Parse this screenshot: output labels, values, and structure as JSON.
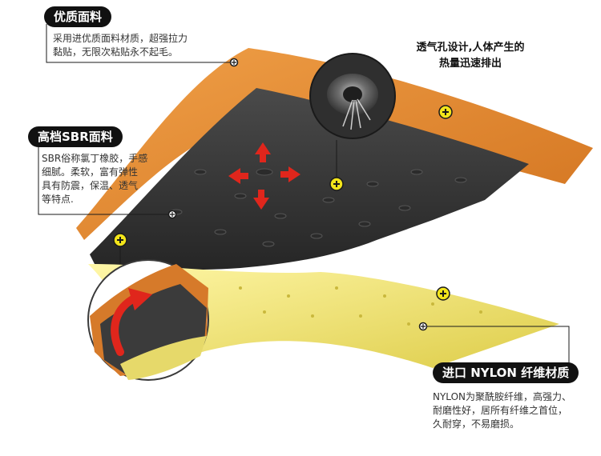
{
  "labels": {
    "top_left": {
      "title": "优质面料",
      "desc": "采用进优质面料材质，超强拉力\n黏贴，无限次粘贴永不起毛。"
    },
    "middle_left": {
      "title": "高档SBR面料",
      "desc": "SBR俗称氯丁橡胶，手感\n细腻。柔软，富有弹性\n具有防震，保温、透气\n等特点."
    },
    "top_right": {
      "text": "透气孔设计,人体产生的\n热量迅速排出"
    },
    "bottom_right": {
      "title": "进口 NYLON 纤维材质",
      "desc": "NYLON为聚酰胺纤维，高强力、\n耐磨性好，居所有纤维之首位，\n久耐穿，不易磨损。"
    }
  },
  "colors": {
    "orange_layer": "#e2852e",
    "foam_layer": "#3a3a3a",
    "yellow_layer": "#e6d96a",
    "arrow_red": "#e0261c",
    "marker_yellow": "#f3e51a"
  }
}
